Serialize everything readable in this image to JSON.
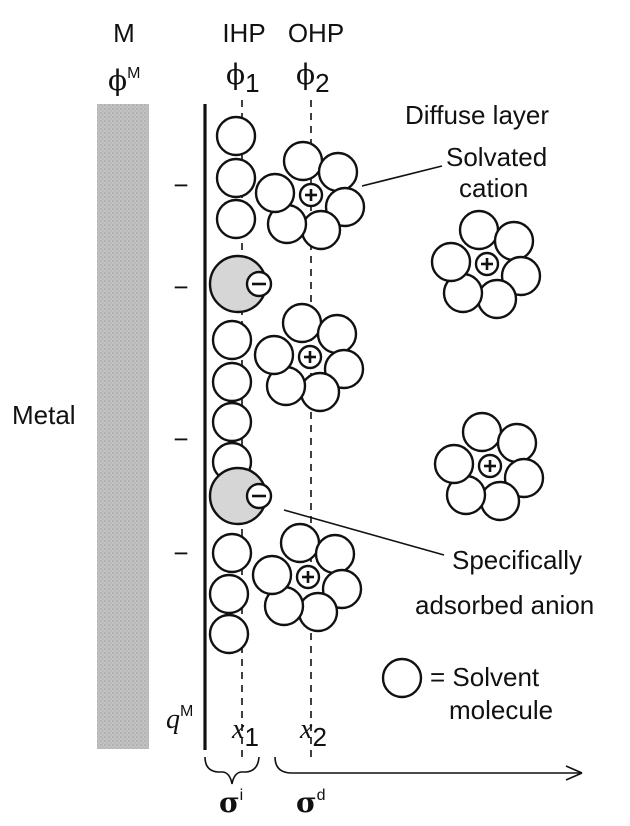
{
  "labels": {
    "metal_symbol": "M",
    "ihp": "IHP",
    "ohp": "OHP",
    "phi_symbol": "ϕ",
    "phi_metal_sup": "M",
    "phi1_sub": "1",
    "phi2_sub": "2",
    "diffuse_layer": "Diffuse layer",
    "solvated_line1": "Solvated",
    "solvated_line2": "cation",
    "metal": "Metal",
    "specifically_line1": "Specifically",
    "specifically_line2": "adsorbed anion",
    "legend_line1": "= Solvent",
    "legend_line2": "molecule",
    "q_symbol": "q",
    "q_sup": "M",
    "x_symbol": "x",
    "x1_sub": "1",
    "x2_sub": "2",
    "sigma_symbol": "σ",
    "sigma_i_sup": "i",
    "sigma_d_sup": "d"
  },
  "colors": {
    "metal_fill": "#bdbdbd",
    "anion_fill": "#d6d6d6",
    "ink": "#111111"
  },
  "signs": {
    "anion": "−",
    "cation": "+",
    "surface_charge": "−"
  }
}
